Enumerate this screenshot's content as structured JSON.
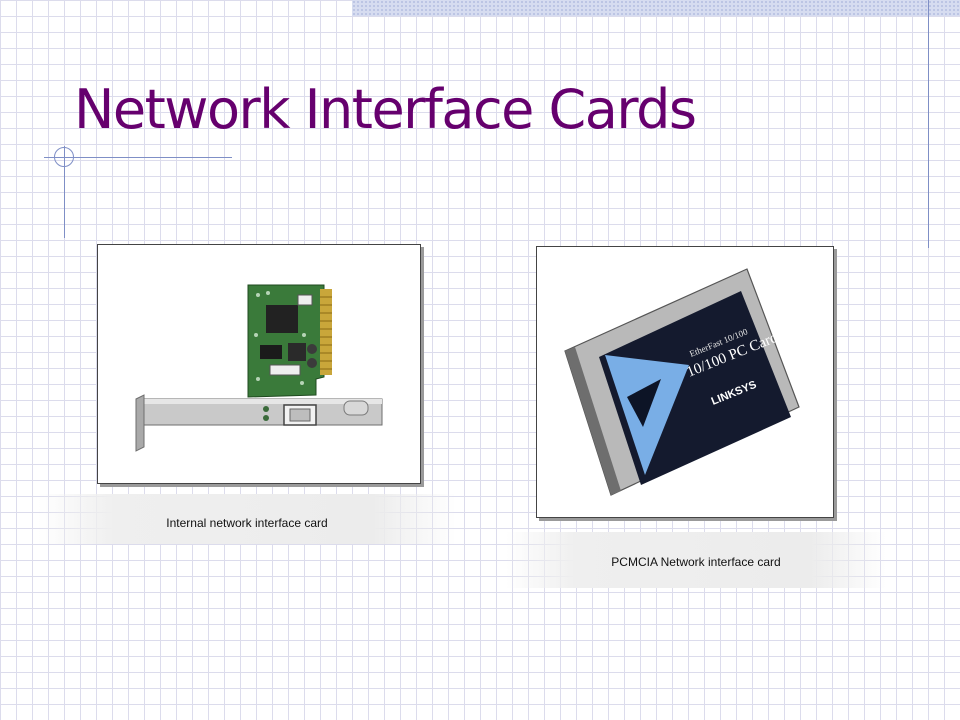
{
  "slide": {
    "title": "Network Interface Cards"
  },
  "figures": [
    {
      "caption": "Internal network interface card"
    },
    {
      "caption": "PCMCIA Network interface card",
      "card_label_small": "EtherFast 10/100",
      "card_label_large": "10/100 PC Card",
      "brand": "LINKSYS"
    }
  ]
}
